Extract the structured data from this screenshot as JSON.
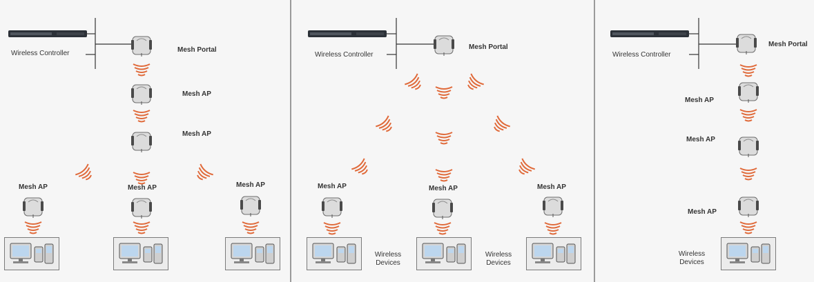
{
  "labels": {
    "wireless_controller": "Wireless Controller",
    "mesh_portal": "Mesh Portal",
    "mesh_ap": "Mesh AP",
    "wireless_devices": "Wireless Devices"
  },
  "colors": {
    "background": "#f6f6f6",
    "signal": "#e06a3a",
    "divider": "#9a9a9a",
    "device_body": "#e2e2e2",
    "screen": "#bcd6ee"
  },
  "panels": [
    {
      "topology": "chain then branch to three APs, each serving wireless devices"
    },
    {
      "topology": "portal broadcasts directly to three APs, each serving wireless devices"
    },
    {
      "topology": "single chain of three APs serving wireless devices"
    }
  ]
}
